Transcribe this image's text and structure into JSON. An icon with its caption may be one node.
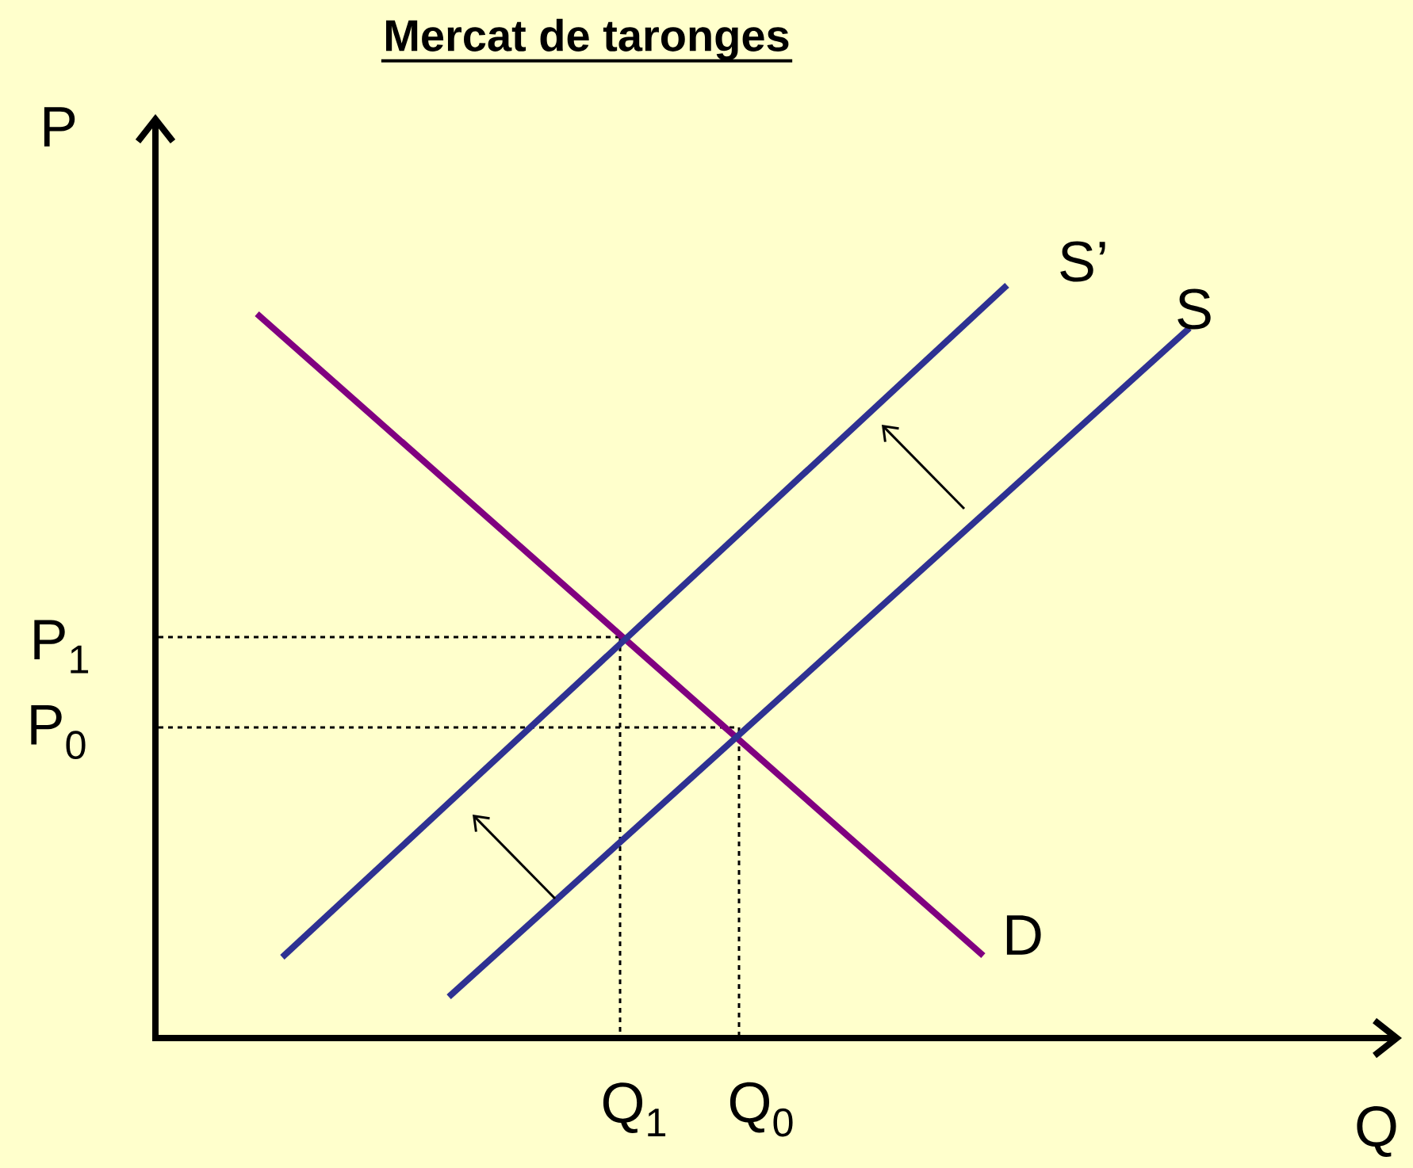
{
  "diagram": {
    "title": "Mercat de taronges",
    "labels": [
      "P",
      "S’",
      "S",
      "P$_{1}$",
      "P$_{0}$",
      "D",
      "Q$_{1}$",
      "Q$_{0}$",
      "Q"
    ]
  }
}
